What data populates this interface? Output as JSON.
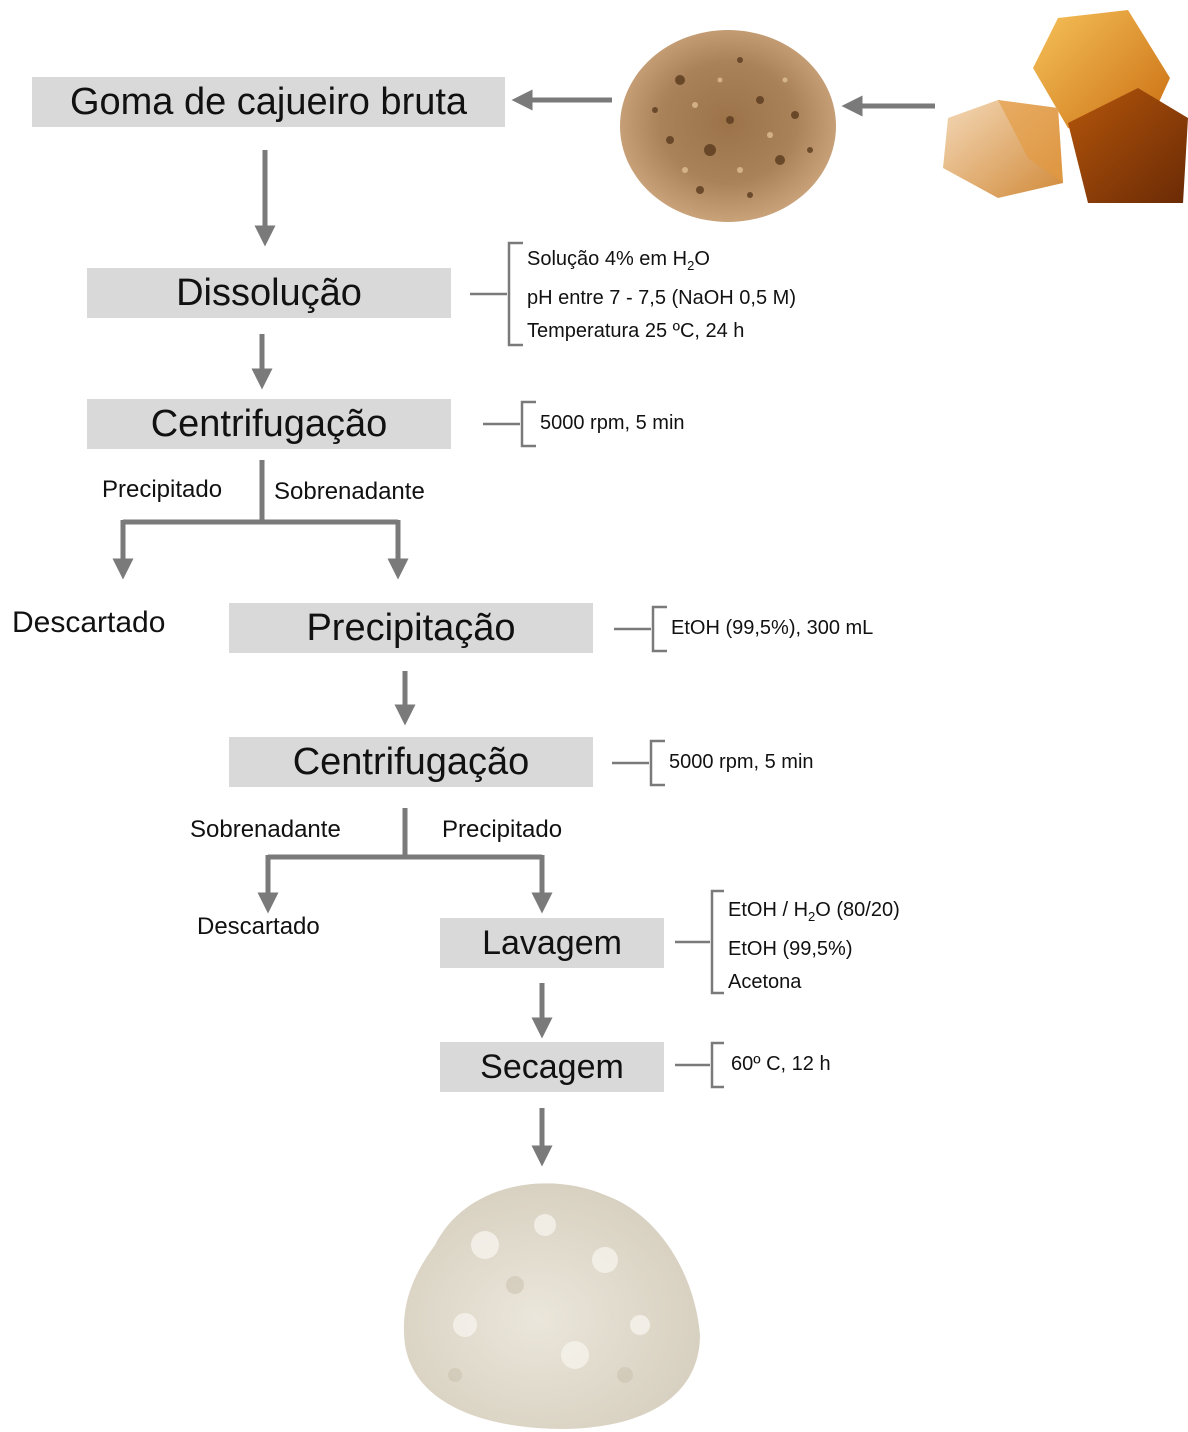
{
  "steps": {
    "raw_gum": "Goma de cajueiro bruta",
    "dissolution": "Dissolução",
    "centrifugation_1": "Centrifugação",
    "precipitation": "Precipitação",
    "centrifugation_2": "Centrifugação",
    "washing": "Lavagem",
    "drying": "Secagem"
  },
  "branches": {
    "c1_left": "Precipitado",
    "c1_right": "Sobrenadante",
    "c1_discard": "Descartado",
    "c2_left": "Sobrenadante",
    "c2_right": "Precipitado",
    "c2_discard": "Descartado"
  },
  "conditions": {
    "dissolution": {
      "line1_pre": "Solução 4% em H",
      "line1_sub": "2",
      "line1_post": "O",
      "line2": "pH entre 7 - 7,5 (NaOH 0,5 M)",
      "line3": "Temperatura 25 ºC, 24 h"
    },
    "centrifugation_1": "5000 rpm, 5 min",
    "precipitation": "EtOH (99,5%), 300 mL",
    "centrifugation_2": "5000 rpm, 5 min",
    "washing": {
      "line1_pre": "EtOH / H",
      "line1_sub": "2",
      "line1_post": "O (80/20)",
      "line2": "EtOH (99,5%)",
      "line3": "Acetona"
    },
    "drying": "60º C, 12 h"
  },
  "colors": {
    "box_fill": "#d9d9d9",
    "arrow": "#7a7a7a",
    "resin": "#c9700f",
    "ground_gum": "#a87b4e",
    "powder": "#e6e1d6"
  }
}
